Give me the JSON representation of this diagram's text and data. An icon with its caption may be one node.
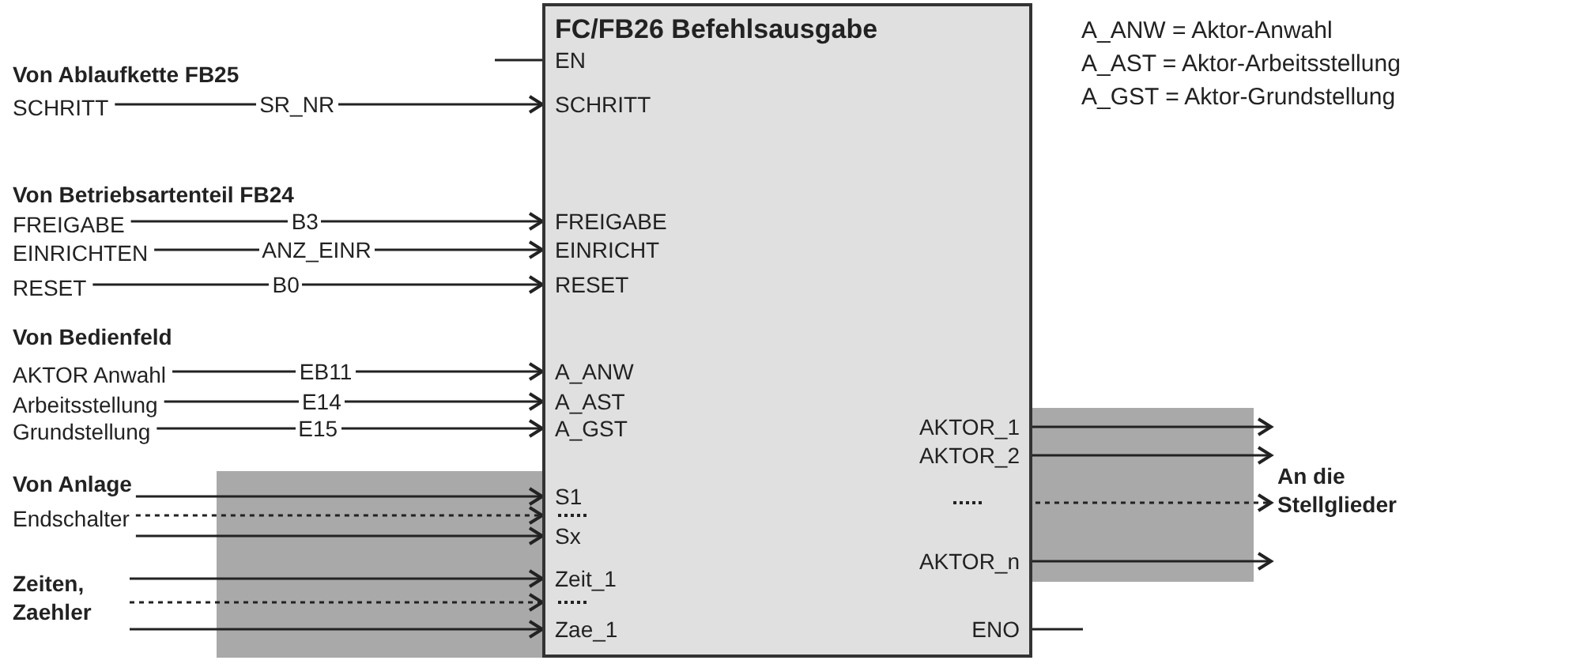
{
  "diagram": {
    "nodes": [
      {
        "text": [
          "FC/FB26 Befehlsausgabe"
        ]
      },
      {
        "text": [
          "EN"
        ],
        "in": 0
      },
      {
        "text": [
          "SCHRITT"
        ],
        "in": 0
      },
      {
        "text": [
          "FREIGABE"
        ],
        "in": 0
      },
      {
        "text": [
          "EINRICHT"
        ],
        "in": 0
      },
      {
        "text": [
          "RESET"
        ],
        "in": 0
      },
      {
        "text": [
          "A_ANW"
        ],
        "in": 0
      },
      {
        "text": [
          "A_AST"
        ],
        "in": 0
      },
      {
        "text": [
          "A_GST"
        ],
        "in": 0
      },
      {
        "text": [
          "S1"
        ],
        "in": 0
      },
      {
        "text": [
          "Sx"
        ],
        "in": 0
      },
      {
        "text": [
          "Zeit_1"
        ],
        "in": 0
      },
      {
        "text": [
          "Zae_1"
        ],
        "in": 0
      },
      {
        "text": [
          "AKTOR_1"
        ],
        "in": 0
      },
      {
        "text": [
          "AKTOR_2"
        ],
        "in": 0
      },
      {
        "text": [
          "AKTOR_n"
        ],
        "in": 0
      },
      {
        "text": [
          "ENO"
        ],
        "in": 0
      },
      {
        "text": [
          "SCHRITT"
        ]
      },
      {
        "text": [
          "FREIGABE"
        ]
      },
      {
        "text": [
          "EINRICHTEN"
        ]
      },
      {
        "text": [
          "RESET"
        ]
      },
      {
        "text": [
          "AKTOR Anwahl"
        ]
      },
      {
        "text": [
          "Arbeitsstellung"
        ]
      },
      {
        "text": [
          "Grundstellung"
        ]
      },
      {
        "text": [
          "Endschalter"
        ]
      },
      {
        "text": [
          "Zeiten, Zaehler"
        ]
      },
      {
        "text": [
          "An die Stellglieder"
        ]
      },
      {
        "text": [],
        "shape": "line",
        "in": 0
      },
      {
        "text": [],
        "shape": "line",
        "in": 0
      },
      {
        "text": [],
        "shape": "line",
        "in": 0
      }
    ],
    "edges": [
      {
        "from": null,
        "to": 1,
        "arrow": "none"
      },
      {
        "from": 17,
        "to": 2,
        "arrow": "to",
        "label": "SR_NR"
      },
      {
        "from": 18,
        "to": 3,
        "arrow": "to",
        "label": "B3"
      },
      {
        "from": 19,
        "to": 4,
        "arrow": "to",
        "label": "ANZ_EINR"
      },
      {
        "from": 20,
        "to": 5,
        "arrow": "to",
        "label": "B0"
      },
      {
        "from": 21,
        "to": 6,
        "arrow": "to",
        "label": "EB11"
      },
      {
        "from": 22,
        "to": 7,
        "arrow": "to",
        "label": "E14"
      },
      {
        "from": 23,
        "to": 8,
        "arrow": "to",
        "label": "E15"
      },
      {
        "from": 24,
        "to": 9,
        "arrow": "to"
      },
      {
        "from": 24,
        "to": 27,
        "arrow": "to",
        "style": "dashed"
      },
      {
        "from": 24,
        "to": 10,
        "arrow": "to"
      },
      {
        "from": 25,
        "to": 11,
        "arrow": "to"
      },
      {
        "from": 25,
        "to": 28,
        "arrow": "to",
        "style": "dashed"
      },
      {
        "from": 25,
        "to": 12,
        "arrow": "to"
      },
      {
        "from": 13,
        "to": 26,
        "arrow": "to"
      },
      {
        "from": 14,
        "to": 26,
        "arrow": "to"
      },
      {
        "from": 29,
        "to": 26,
        "arrow": "to",
        "style": "dashed"
      },
      {
        "from": 15,
        "to": 26,
        "arrow": "to"
      },
      {
        "from": 16,
        "to": null,
        "arrow": "none"
      }
    ],
    "labels": [
      "A_ANW = Aktor-Anwahl",
      "A_AST = Aktor-Arbeitsstellung",
      "A_GST = Aktor-Grundstellung",
      "Von Ablaufkette FB25",
      "Von Betriebsartenteil FB24",
      "Von Bedienfeld",
      "Von Anlage"
    ]
  }
}
